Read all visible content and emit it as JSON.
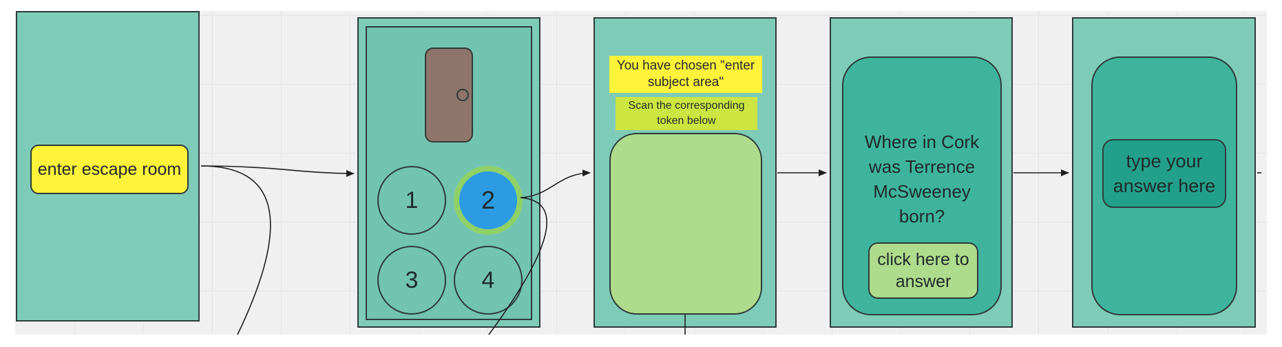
{
  "colors": {
    "frame_fill": "#7ecbb8",
    "inner_fill": "#3fb49c",
    "yellow": "#fff23a",
    "lime": "#cce540",
    "light_green": "#aedb8c",
    "blue_token": "#2d9be4",
    "door": "#8e746a"
  },
  "frame1": {
    "start_button": "enter escape room"
  },
  "frame2": {
    "door_icon": "door-icon",
    "tokens": [
      "1",
      "2",
      "3",
      "4"
    ],
    "selected_token": "2"
  },
  "frame3": {
    "chosen_note": "You have chosen \"enter subject area\"",
    "scan_note": "Scan the corresponding token below"
  },
  "frame4": {
    "question": "Where in Cork was Terrence McSweeney born?",
    "answer_button": "click here to answer"
  },
  "frame5": {
    "answer_field": "type your answer here"
  }
}
